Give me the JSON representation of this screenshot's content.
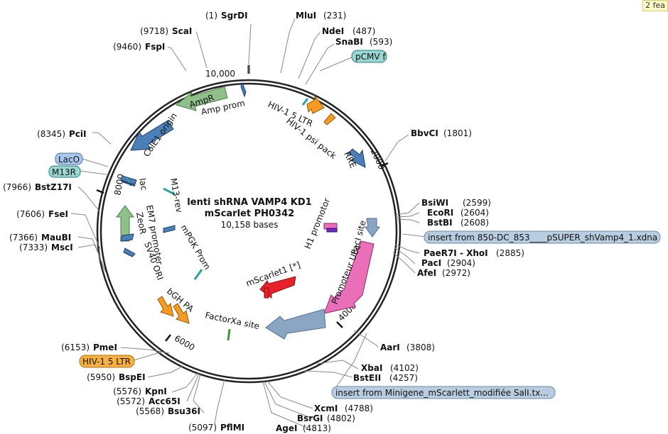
{
  "corner_note": "2 fea",
  "map": {
    "title_line1": "lenti shRNA VAMP4 KD1",
    "title_line2": "mScarlet PH0342",
    "bases": "10,158 bases"
  },
  "ticks": {
    "t10000": "10,000",
    "t2000": "2000",
    "t4000": "4000",
    "t6000": "6000",
    "t8000": "8000"
  },
  "sites": {
    "sgrdi": {
      "name": "SgrDI",
      "pos": "(1)"
    },
    "mlui": {
      "name": "MluI",
      "pos": "(231)"
    },
    "ndei": {
      "name": "NdeI",
      "pos": "(487)"
    },
    "snabi": {
      "name": "SnaBI",
      "pos": "(593)"
    },
    "bbvci": {
      "name": "BbvCI",
      "pos": "(1801)"
    },
    "bsiwi": {
      "name": "BsiWI",
      "pos": "(2599)"
    },
    "ecori": {
      "name": "EcoRI",
      "pos": "(2604)"
    },
    "bstbi": {
      "name": "BstBI",
      "pos": "(2608)"
    },
    "paer7i": {
      "name": "PaeR7I - XhoI",
      "pos": "(2885)"
    },
    "paci": {
      "name": "PacI",
      "pos": "(2904)"
    },
    "afei": {
      "name": "AfeI",
      "pos": "(2972)"
    },
    "aari": {
      "name": "AarI",
      "pos": "(3808)"
    },
    "xbai": {
      "name": "XbaI",
      "pos": "(4102)"
    },
    "bsteii": {
      "name": "BstEII",
      "pos": "(4257)"
    },
    "xcmi": {
      "name": "XcmI",
      "pos": "(4788)"
    },
    "bsrgi": {
      "name": "BsrGI",
      "pos": "(4802)"
    },
    "agei": {
      "name": "AgeI",
      "pos": "(4813)"
    },
    "pflmi": {
      "name": "PflMI",
      "pos": "(5097)"
    },
    "bsu36i": {
      "name": "Bsu36I",
      "pos": "(5568)"
    },
    "acc65i": {
      "name": "Acc65I",
      "pos": "(5572)"
    },
    "kpni": {
      "name": "KpnI",
      "pos": "(5576)"
    },
    "bspei": {
      "name": "BspEI",
      "pos": "(5950)"
    },
    "pmei": {
      "name": "PmeI",
      "pos": "(6153)"
    },
    "msci": {
      "name": "MscI",
      "pos": "(7333)"
    },
    "maubi": {
      "name": "MauBI",
      "pos": "(7366)"
    },
    "fsei": {
      "name": "FseI",
      "pos": "(7606)"
    },
    "bstz17i": {
      "name": "BstZ17I",
      "pos": "(7966)"
    },
    "pcii": {
      "name": "PciI",
      "pos": "(8345)"
    },
    "fspi": {
      "name": "FspI",
      "pos": "(9460)"
    },
    "scai": {
      "name": "ScaI",
      "pos": "(9718)"
    }
  },
  "badges": {
    "pcmv": "pCMV f",
    "laco": "LacO",
    "m13r": "M13R",
    "hiv_ltr": "HIV-1 5 LTR",
    "insert1": "insert from 850-DC_853____pSUPER_shVamp4_1.xdna",
    "insert2": "insert from Minigene_mScarlett_modifiée SalI.tx..."
  },
  "features": {
    "ampr": "AmpR",
    "amp_prom": "Amp prom",
    "cole1": "ColE1 origin",
    "hiv_ltr": "HIV-1 5 LTR",
    "psi": "HIV-1 psi pack",
    "rre": "RRE",
    "lac": "lac",
    "m13rev": "M13-rev",
    "em7": "EM7 promoter",
    "zeor": "ZeoR",
    "sv40": "SV40 ORI",
    "pgk": "mPGK Prom",
    "h1": "H1 promotor",
    "paci_site": "PacI site",
    "ubc": "Promoteur Ubc",
    "mscarlet": "mScarlet1 [*]",
    "bgh": "bGH PA",
    "factorxa": "FactorXa site"
  },
  "colors": {
    "ampr": "#8fc08a",
    "blue_arrow": "#4a7fb8",
    "orange": "#f59a23",
    "grey_blue": "#8ba6c2",
    "pink": "#e86fb8",
    "red": "#e8202a",
    "teal": "#2aa39a",
    "badge_teal": "#9ad6d2",
    "badge_blue": "#a9c8ee",
    "badge_orange": "#f7b13c",
    "badge_grey": "#b9cde0"
  }
}
